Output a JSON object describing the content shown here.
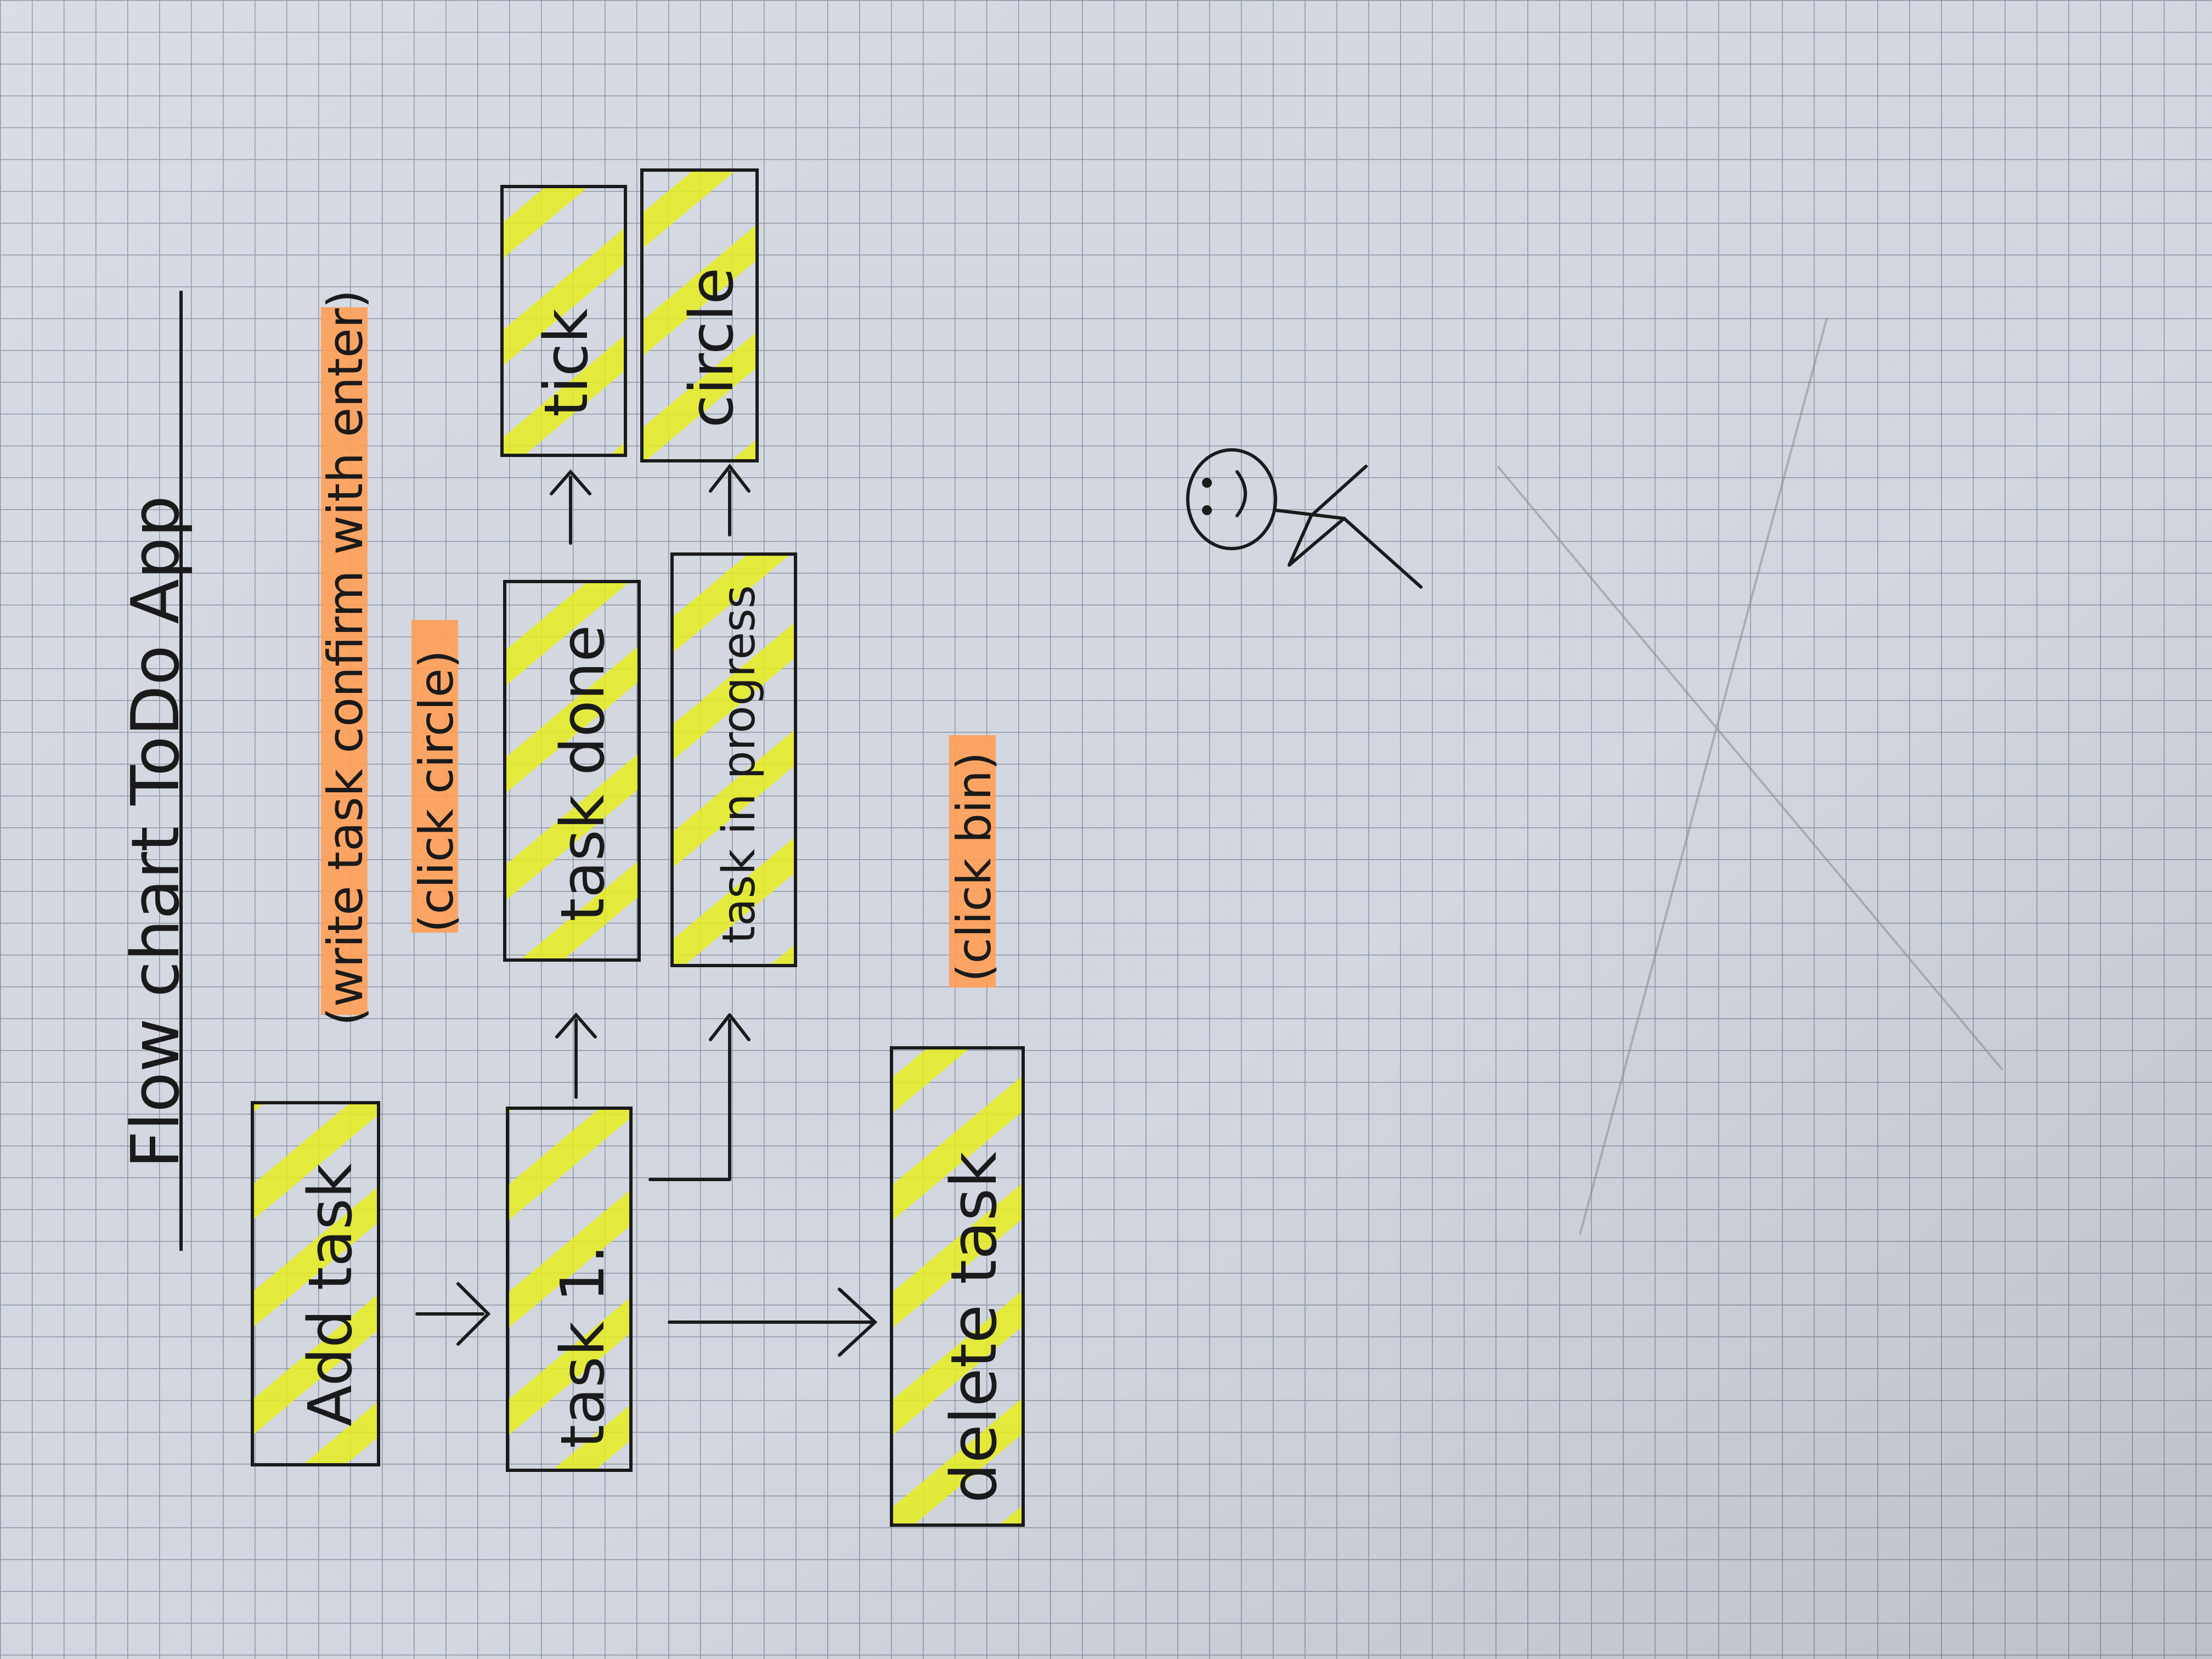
{
  "title": "Flow chart ToDo App",
  "boxes": {
    "add_task": "Add task",
    "task_1": "task 1.",
    "task_done": "task done",
    "task_in_progress": "task in progress",
    "tick": "tick",
    "circle": "circle",
    "delete_task": "delete task"
  },
  "annotations": {
    "write_task": "(write task confirm with enter)",
    "click_circle": "(click circle)",
    "click_bin": "(click bin)"
  },
  "colors": {
    "paper": "#d7dbe4",
    "grid": "#8e96a6",
    "ink": "#1a1a1a",
    "highlight_yellow": "#e6ee1f",
    "highlight_orange": "#ff9f57"
  },
  "icons": [
    "stick-figure-smiley-icon",
    "pencil-cross-icon"
  ]
}
